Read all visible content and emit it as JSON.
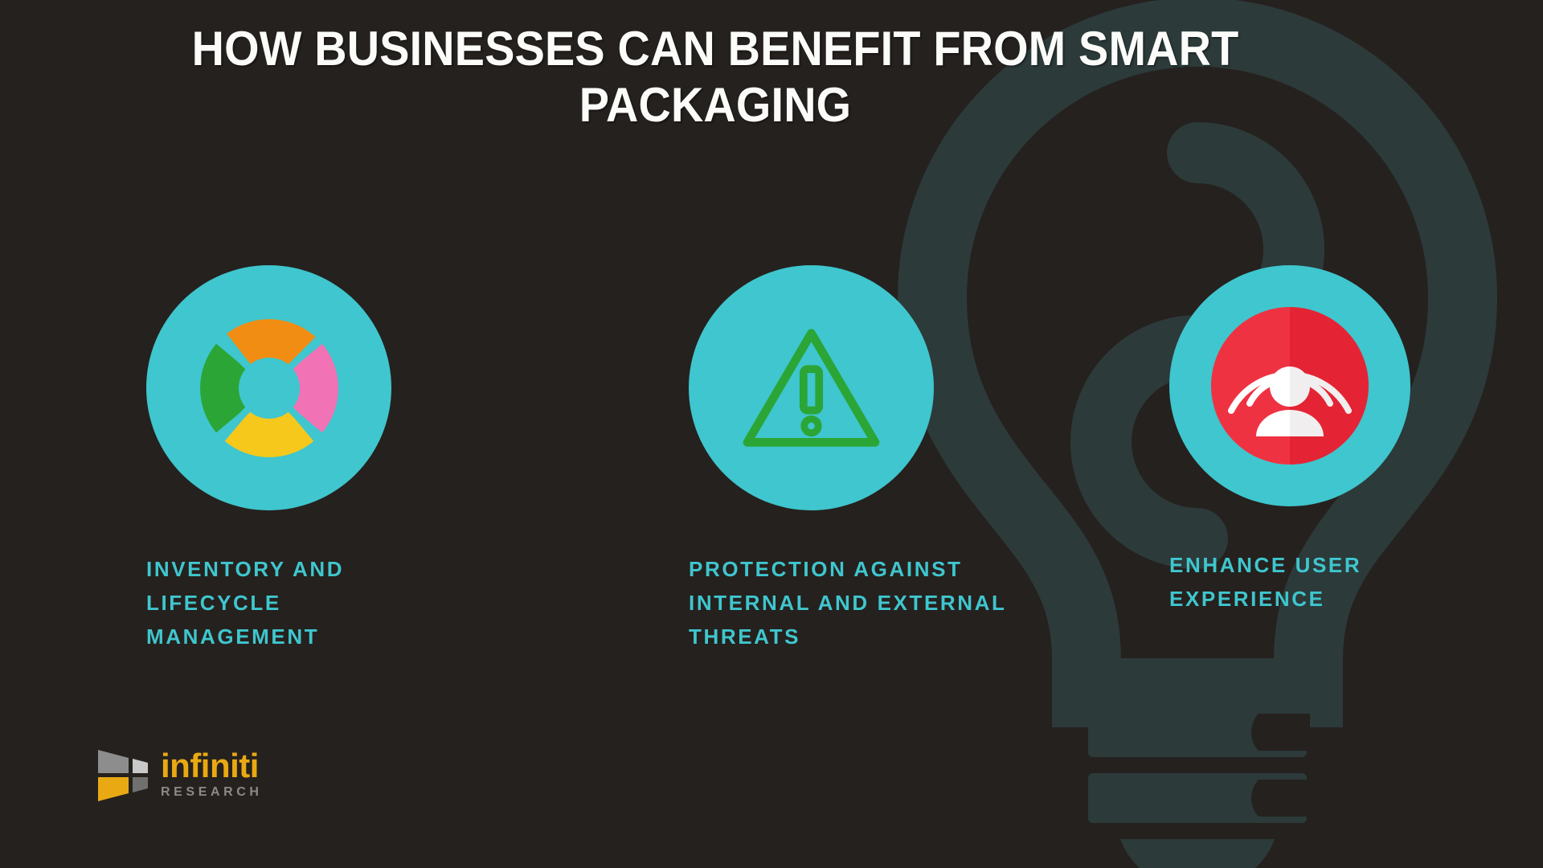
{
  "slide": {
    "title": "HOW BUSINESSES CAN BENEFIT FROM SMART PACKAGING",
    "background_color": "#25211e",
    "accent_color": "#3fc6ce",
    "watermark_color": "#2c3a3a",
    "watermark_icon": "lightbulb-icon"
  },
  "benefits": [
    {
      "label": "INVENTORY AND LIFECYCLE MANAGEMENT",
      "icon": "lifecycle-donut-chart-icon",
      "badge_color": "#3fc6ce",
      "segment_colors": [
        "#f18d13",
        "#f272b6",
        "#f7c81c",
        "#2ba535"
      ]
    },
    {
      "label": "PROTECTION AGAINST INTERNAL AND EXTERNAL THREATS",
      "icon": "warning-triangle-icon",
      "badge_color": "#3fc6ce",
      "glyph_color": "#2ba535"
    },
    {
      "label": "ENHANCE USER EXPERIENCE",
      "icon": "user-broadcast-icon",
      "badge_color": "#3fc6ce",
      "inner_circle_color": "#ec2a3a",
      "glyph_color": "#ffffff"
    }
  ],
  "logo": {
    "word": "infiniti",
    "subtitle": "RESEARCH",
    "word_color": "#e9a913",
    "subtitle_color": "#8c8a86",
    "mark": "infiniti-logo-mark"
  }
}
